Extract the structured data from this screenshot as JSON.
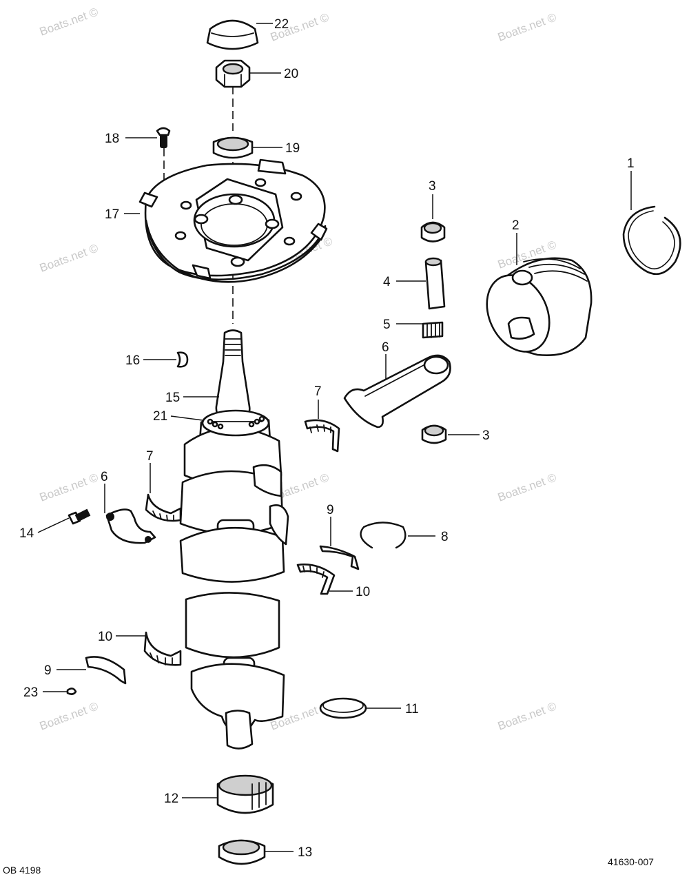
{
  "diagram": {
    "reference_left": "OB 4198",
    "reference_right": "41630-007",
    "watermark": "Boats.net ©",
    "callouts": [
      {
        "id": "c22",
        "label": "22"
      },
      {
        "id": "c20",
        "label": "20"
      },
      {
        "id": "c19",
        "label": "19"
      },
      {
        "id": "c18",
        "label": "18"
      },
      {
        "id": "c17",
        "label": "17"
      },
      {
        "id": "c1",
        "label": "1"
      },
      {
        "id": "c3a",
        "label": "3"
      },
      {
        "id": "c2",
        "label": "2"
      },
      {
        "id": "c4",
        "label": "4"
      },
      {
        "id": "c5",
        "label": "5"
      },
      {
        "id": "c6a",
        "label": "6"
      },
      {
        "id": "c16",
        "label": "16"
      },
      {
        "id": "c15",
        "label": "15"
      },
      {
        "id": "c21",
        "label": "21"
      },
      {
        "id": "c7a",
        "label": "7"
      },
      {
        "id": "c3b",
        "label": "3"
      },
      {
        "id": "c7b",
        "label": "7"
      },
      {
        "id": "c6b",
        "label": "6"
      },
      {
        "id": "c14",
        "label": "14"
      },
      {
        "id": "c9a",
        "label": "9"
      },
      {
        "id": "c8",
        "label": "8"
      },
      {
        "id": "c10a",
        "label": "10"
      },
      {
        "id": "c10b",
        "label": "10"
      },
      {
        "id": "c9b",
        "label": "9"
      },
      {
        "id": "c23",
        "label": "23"
      },
      {
        "id": "c11",
        "label": "11"
      },
      {
        "id": "c12",
        "label": "12"
      },
      {
        "id": "c13",
        "label": "13"
      }
    ]
  }
}
